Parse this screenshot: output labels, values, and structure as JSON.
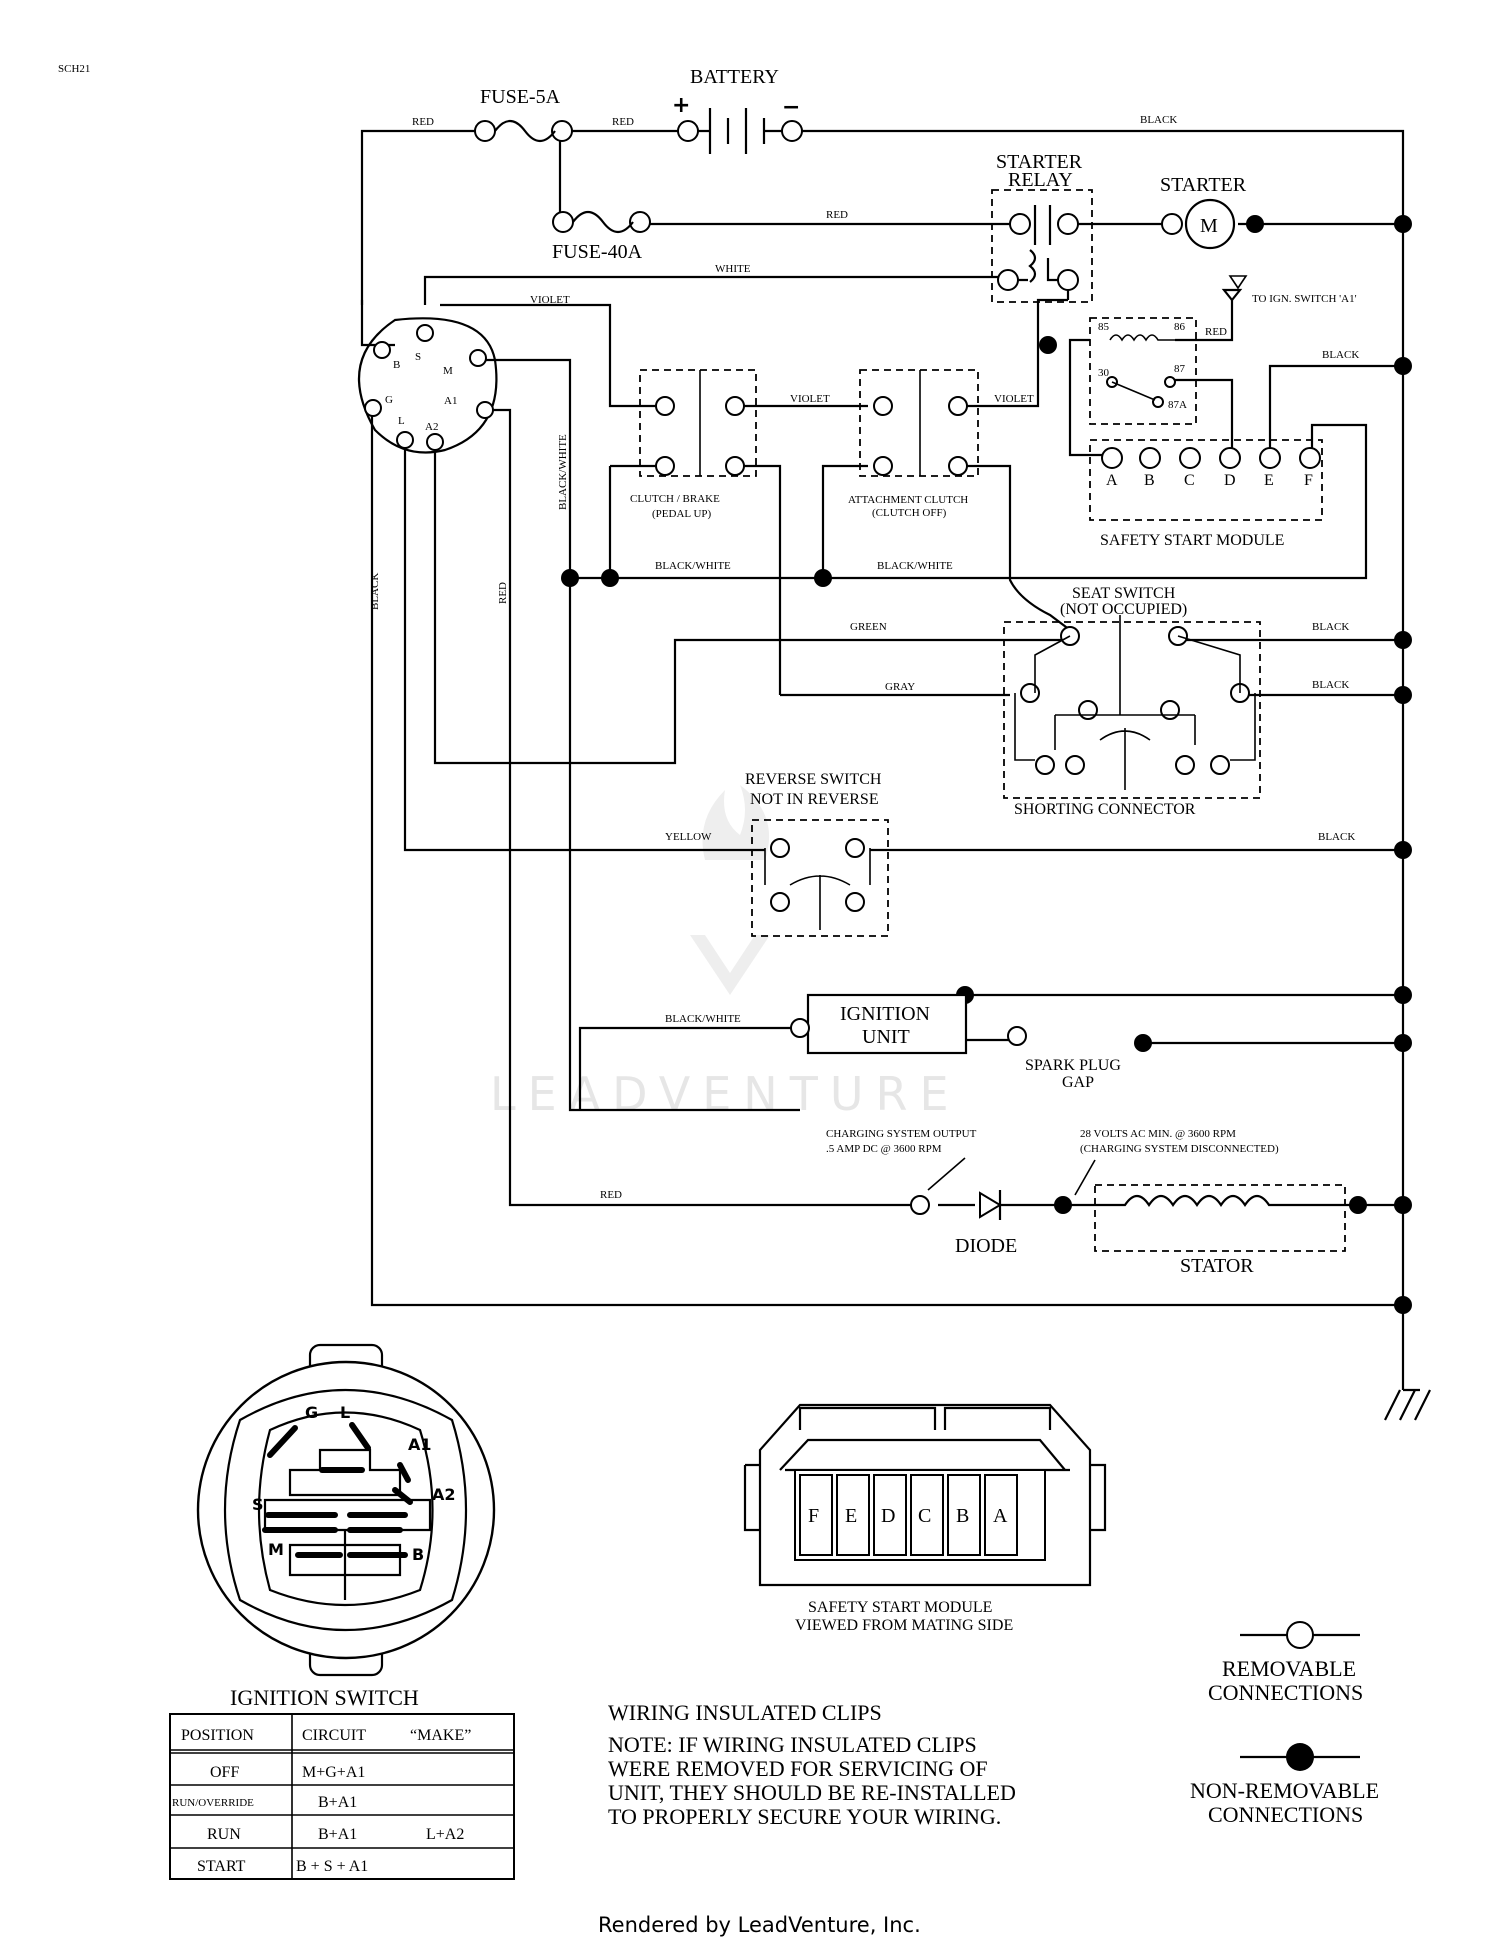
{
  "sheet_code": "SCH21",
  "components": {
    "battery": "BATTERY",
    "battery_plus": "+",
    "battery_minus": "−",
    "fuse_5a": "FUSE-5A",
    "fuse_40a": "FUSE-40A",
    "starter_relay_line1": "STARTER",
    "starter_relay_line2": "RELAY",
    "starter": "STARTER",
    "starter_motor": "M",
    "ign_switch_a1": "TO IGN. SWITCH 'A1'",
    "clutch_brake_line1": "CLUTCH / BRAKE",
    "clutch_brake_line2": "(PEDAL UP)",
    "attachment_clutch_line1": "ATTACHMENT CLUTCH",
    "attachment_clutch_line2": "(CLUTCH OFF)",
    "safety_start_module": "SAFETY START MODULE",
    "seat_switch_line1": "SEAT SWITCH",
    "seat_switch_line2": "(NOT OCCUPIED)",
    "shorting_connector": "SHORTING CONNECTOR",
    "reverse_switch_line1": "REVERSE SWITCH",
    "reverse_switch_line2": "NOT IN REVERSE",
    "ignition_unit_line1": "IGNITION",
    "ignition_unit_line2": "UNIT",
    "spark_plug_line1": "SPARK PLUG",
    "spark_plug_line2": "GAP",
    "charging_output_line1": "CHARGING SYSTEM OUTPUT",
    "charging_output_line2": ".5 AMP DC @ 3600 RPM",
    "stator_volts_line1": "28 VOLTS AC MIN. @ 3600 RPM",
    "stator_volts_line2": "(CHARGING SYSTEM DISCONNECTED)",
    "diode": "DIODE",
    "stator": "STATOR"
  },
  "relay_pins": [
    "85",
    "86",
    "30",
    "87",
    "87A"
  ],
  "module_pins": [
    "A",
    "B",
    "C",
    "D",
    "E",
    "F"
  ],
  "switch_pins": [
    "B",
    "S",
    "M",
    "G",
    "A1",
    "L",
    "A2"
  ],
  "wire_colors": {
    "red": "RED",
    "black": "BLACK",
    "white": "WHITE",
    "violet": "VIOLET",
    "black_white": "BLACK/WHITE",
    "green": "GREEN",
    "gray": "GRAY",
    "yellow": "YELLOW"
  },
  "ignition_switch": {
    "title": "IGNITION SWITCH",
    "face_labels": [
      "G",
      "L",
      "A1",
      "A2",
      "S",
      "M",
      "B"
    ],
    "table": {
      "headers": [
        "POSITION",
        "CIRCUIT",
        "“MAKE”"
      ],
      "rows": [
        {
          "position": "OFF",
          "circuit": "M+G+A1",
          "make": ""
        },
        {
          "position": "RUN/OVERRIDE",
          "circuit": "B+A1",
          "make": ""
        },
        {
          "position": "RUN",
          "circuit": "B+A1",
          "make": "L+A2"
        },
        {
          "position": "START",
          "circuit": "B + S + A1",
          "make": ""
        }
      ]
    }
  },
  "module_view": {
    "pins": [
      "F",
      "E",
      "D",
      "C",
      "B",
      "A"
    ],
    "caption_line1": "SAFETY START MODULE",
    "caption_line2": "VIEWED FROM MATING SIDE"
  },
  "note": {
    "title": "WIRING INSULATED CLIPS",
    "lines": [
      "NOTE:  IF WIRING INSULATED CLIPS",
      "WERE REMOVED FOR SERVICING OF",
      "UNIT, THEY SHOULD BE RE-INSTALLED",
      "TO PROPERLY SECURE YOUR WIRING."
    ]
  },
  "legend": {
    "removable_line1": "REMOVABLE",
    "removable_line2": "CONNECTIONS",
    "nonremovable_line1": "NON-REMOVABLE",
    "nonremovable_line2": "CONNECTIONS"
  },
  "watermark": "LEADVENTURE",
  "footer": "Rendered by LeadVenture, Inc."
}
